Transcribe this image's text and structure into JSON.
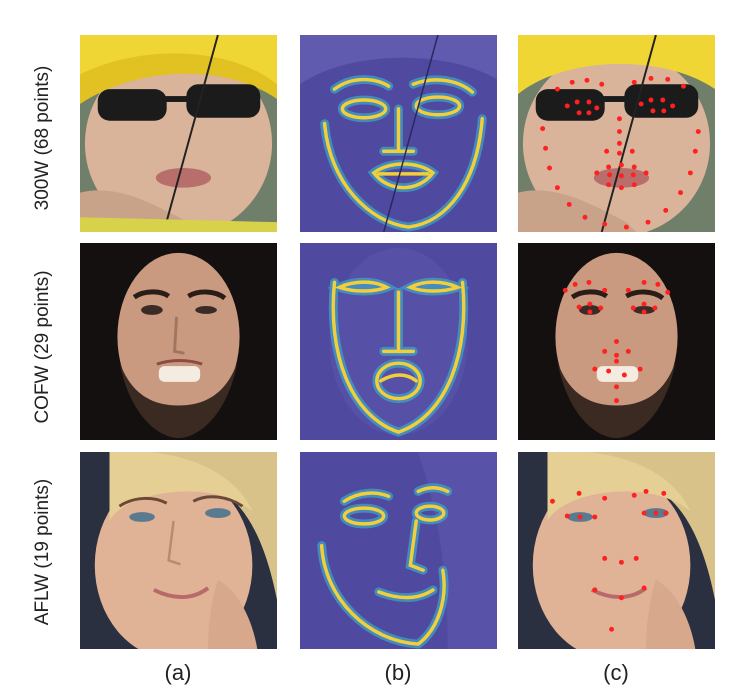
{
  "rows": [
    {
      "label": "300W (68 points)",
      "subject": "woman in yellow hat with sunglasses"
    },
    {
      "label": "COFW (29 points)",
      "subject": "bearded man with long dark hair"
    },
    {
      "label": "AFLW (19 points)",
      "subject": "blonde woman smiling"
    }
  ],
  "columns": [
    "(a)",
    "(b)",
    "(c)"
  ],
  "colors": {
    "heatmap_bg": "#4f4aa0",
    "heatmap_line": "#f2cf3a",
    "heatmap_glow": "#3fa7c9",
    "landmark": "#ff2020"
  }
}
